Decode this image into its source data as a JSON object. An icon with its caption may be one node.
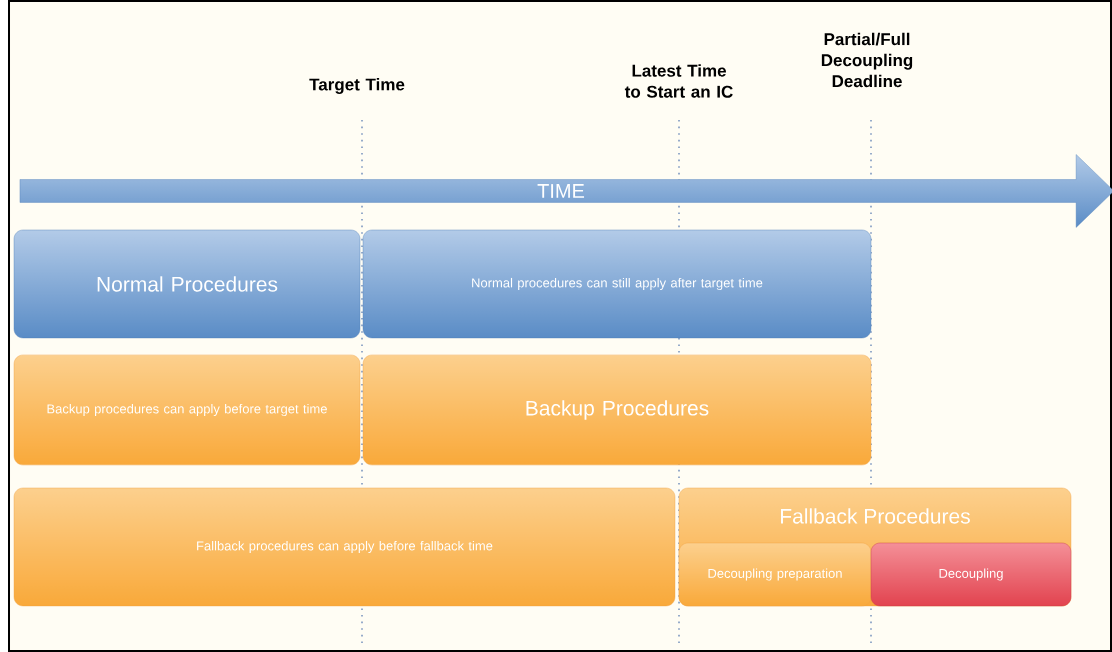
{
  "diagram": {
    "nodes": [
      {
        "text": [
          "TIME"
        ]
      },
      {
        "text": [
          "Normal Procedures"
        ]
      },
      {
        "text": [
          "Normal procedures can still apply after target time"
        ]
      },
      {
        "text": [
          "Backup procedures can apply before target time"
        ]
      },
      {
        "text": [
          "Backup Procedures"
        ]
      },
      {
        "text": [
          "Fallback procedures can apply before fallback time"
        ]
      },
      {
        "text": [
          "Fallback Procedures"
        ]
      },
      {
        "text": [
          "Decoupling preparation"
        ],
        "in": 6
      },
      {
        "text": [
          "Decoupling"
        ],
        "in": 6
      }
    ],
    "labels": [
      "Target Time",
      "Latest Time to Start an IC",
      "Partial/Full Decoupling Deadline"
    ]
  }
}
